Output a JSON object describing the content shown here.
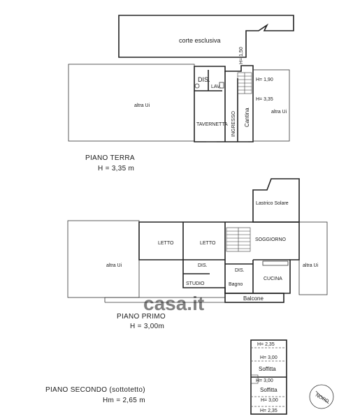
{
  "ground_floor": {
    "title": "PIANO TERRA",
    "height": "H = 3,35 m",
    "rooms": {
      "courtyard": "corte esclusiva",
      "other_left": "altra Ui",
      "other_right": "altra Ui",
      "dis": "DIS.",
      "lav": "LAV.",
      "tavernetta": "TAVERNETTA",
      "ingresso": "INGRESSO",
      "cantina": "Cantina"
    },
    "heights": {
      "h150": "H= 1,50",
      "h190": "H= 1,90",
      "h335": "H= 3,35"
    }
  },
  "first_floor": {
    "title": "PIANO PRIMO",
    "height": "H = 3,00m",
    "rooms": {
      "lastrico": "Lastrico Solare",
      "letto1": "LETTO",
      "letto2": "LETTO",
      "soggiorno": "SOGGIORNO",
      "dis1": "DIS.",
      "dis2": "DIS.",
      "studio": "STUDIO",
      "bagno": "Bagno",
      "cucina": "CUCINA",
      "balcone": "Balcone",
      "other_left": "altra Ui",
      "other_right": "altra Ui"
    }
  },
  "second_floor": {
    "title": "PIANO  SECONDO  (sottotetto)",
    "height": "Hm = 2,65 m",
    "labels": {
      "h235_top": "H= 2,35",
      "h300_top": "H= 3,00",
      "soffitta1": "Soffitta",
      "h300_mid": "H= 3,00",
      "soffitta2": "Soffitta",
      "h300_bot": "H= 3,00",
      "h235_bot": "H= 2,35"
    }
  },
  "north": "NORD",
  "watermark": "casa.it"
}
